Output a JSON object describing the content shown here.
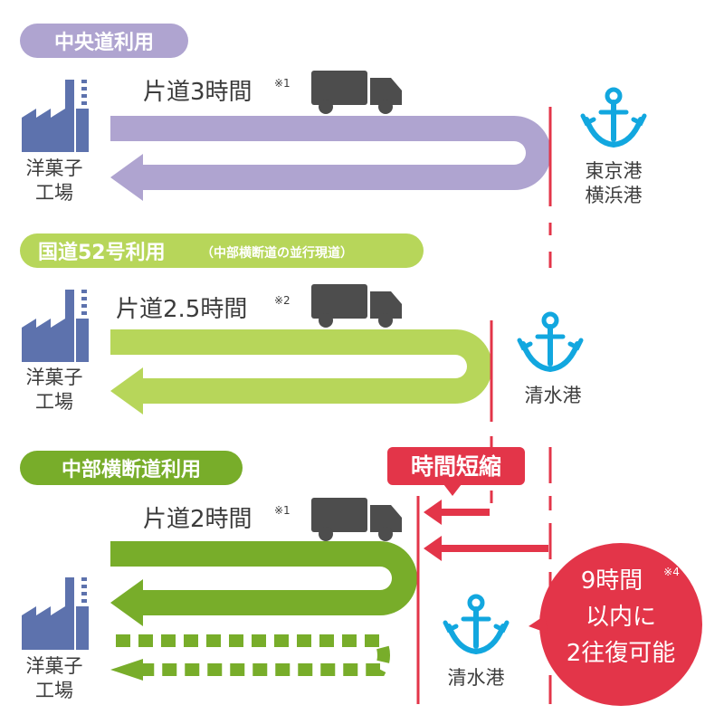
{
  "colors": {
    "route1": "#afa4d0",
    "route2": "#b7d65a",
    "route3": "#78ad2a",
    "factory": "#5d72ad",
    "truck": "#4d4d4d",
    "anchor": "#12a7df",
    "red": "#e33549",
    "text": "#3c3c3c"
  },
  "icons": {
    "factory": "factory-icon",
    "truck": "truck-icon",
    "anchor": "anchor-icon"
  },
  "routes": [
    {
      "title": "中央道利用",
      "time": "片道3時間",
      "note": "※1",
      "factory_label": [
        "洋菓子",
        "工場"
      ],
      "port_label": [
        "東京港",
        "横浜港"
      ]
    },
    {
      "title": "国道52号利用",
      "subtitle": "（中部横断道の並行現道）",
      "time": "片道2.5時間",
      "note": "※2",
      "factory_label": [
        "洋菓子",
        "工場"
      ],
      "port_label": [
        "清水港"
      ]
    },
    {
      "title": "中部横断道利用",
      "time": "片道2時間",
      "note": "※1",
      "factory_label": [
        "洋菓子",
        "工場"
      ],
      "port_label": [
        "清水港"
      ]
    }
  ],
  "callouts": {
    "time_saving": "時間短縮",
    "round_trip": {
      "line1": "9時間",
      "note": "※4",
      "line2": "以内に",
      "line3": "2往復可能"
    }
  }
}
